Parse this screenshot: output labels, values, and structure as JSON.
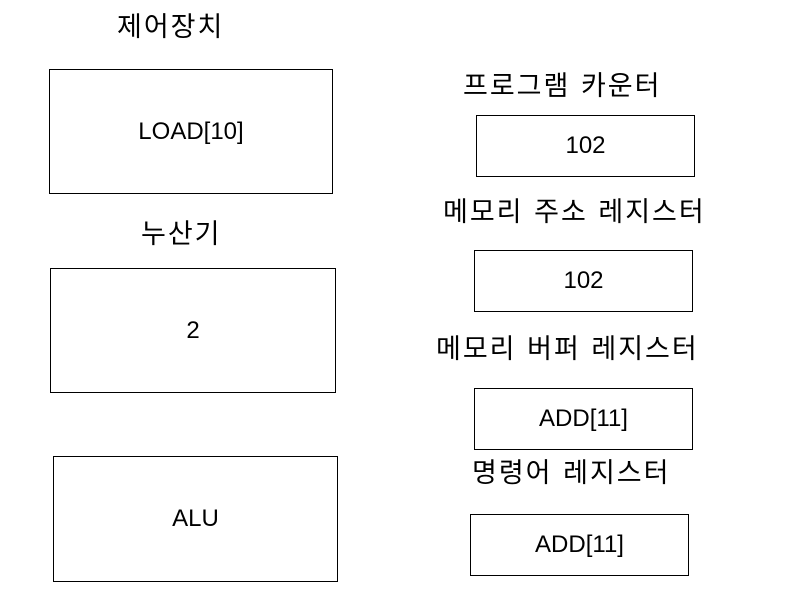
{
  "left_column": {
    "control_unit": {
      "label": "제어장치",
      "value": "LOAD[10]"
    },
    "accumulator": {
      "label": "누산기",
      "value": "2"
    },
    "alu": {
      "value": "ALU"
    }
  },
  "right_column": {
    "program_counter": {
      "label": "프로그램 카운터",
      "value": "102"
    },
    "memory_address_register": {
      "label": "메모리 주소 레지스터",
      "value": "102"
    },
    "memory_buffer_register": {
      "label": "메모리 버퍼 레지스터",
      "value": "ADD[11]"
    },
    "instruction_register": {
      "label": "명령어 레지스터",
      "value": "ADD[11]"
    }
  }
}
